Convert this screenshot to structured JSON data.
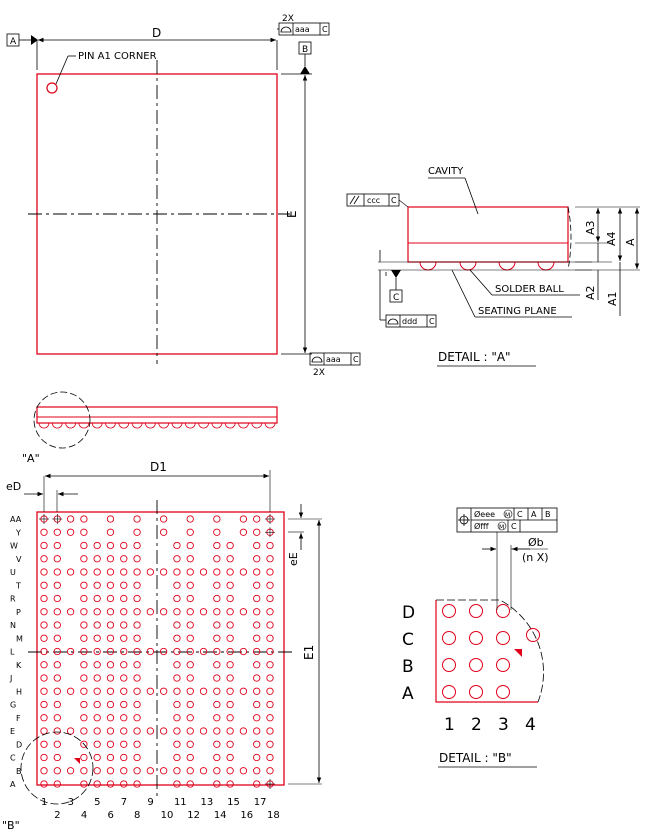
{
  "top_view": {
    "dim_d": "D",
    "dim_e": "E",
    "datum_a": "A",
    "datum_b": "B",
    "pin_a1_label": "PIN A1 CORNER",
    "count_2x_top": "2X",
    "count_2x_bottom": "2X",
    "tol_flatness_top": "aaa",
    "tol_flatness_bottom": "aaa",
    "datum_ref_c_top": "C",
    "datum_ref_c_bottom": "C"
  },
  "detail_a": {
    "cavity_label": "CAVITY",
    "parallelism_tol": "ccc",
    "parallelism_datum": "C",
    "datum_c": "C",
    "flatness_tol": "ddd",
    "flatness_datum": "C",
    "solder_ball_label": "SOLDER BALL",
    "seating_plane_label": "SEATING PLANE",
    "dim_a3": "A3",
    "dim_a4": "A4",
    "dim_a": "A",
    "dim_a2": "A2",
    "dim_a1": "A1",
    "title": "DETAIL : \"A\""
  },
  "side_view": {
    "callout_a": "\"A\""
  },
  "bottom_view": {
    "dim_d1": "D1",
    "dim_ed": "eD",
    "dim_ee": "eE",
    "dim_e1": "E1",
    "callout_b": "\"B\"",
    "row_labels": [
      "AA",
      "Y",
      "W",
      "V",
      "U",
      "T",
      "R",
      "P",
      "N",
      "M",
      "L",
      "K",
      "J",
      "H",
      "G",
      "F",
      "E",
      "D",
      "C",
      "B",
      "A"
    ],
    "col_labels_bottom": [
      "2",
      "4",
      "6",
      "8",
      "10",
      "12",
      "14",
      "16",
      "18"
    ],
    "col_labels_top": [
      "1",
      "3",
      "5",
      "7",
      "9",
      "11",
      "13",
      "15",
      "17"
    ]
  },
  "detail_b": {
    "row_labels": [
      "D",
      "C",
      "B",
      "A"
    ],
    "col_labels": [
      "1",
      "2",
      "3",
      "4"
    ],
    "pos_tol_row1": "Øeee",
    "pos_mod_row1": "M",
    "pos_datums_row1": [
      "C",
      "A",
      "B"
    ],
    "pos_tol_row2": "Øfff",
    "pos_mod_row2": "M",
    "pos_datum_row2": "C",
    "ball_dia": "Øb",
    "ball_count": "(n X)",
    "title": "DETAIL : \"B\""
  },
  "colors": {
    "outline": "#e0001a",
    "ink": "#000000"
  }
}
